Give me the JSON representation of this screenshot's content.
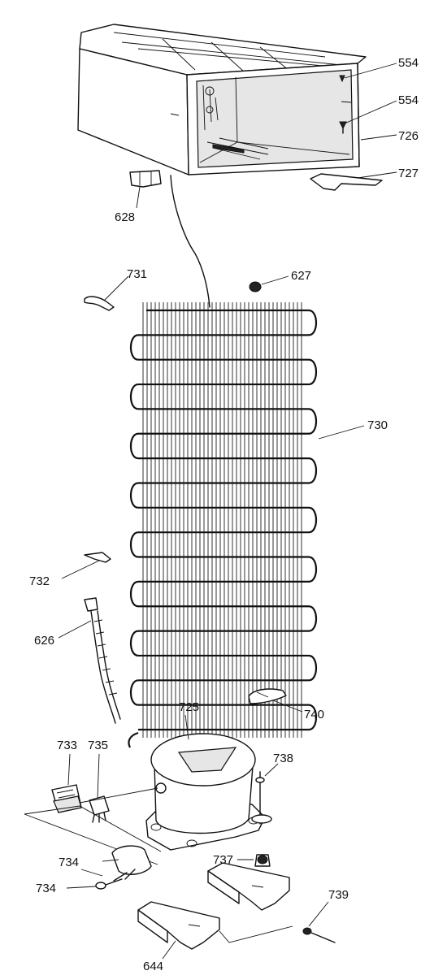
{
  "parts": [
    {
      "id": "p554a",
      "label": "554"
    },
    {
      "id": "p554b",
      "label": "554"
    },
    {
      "id": "p726",
      "label": "726"
    },
    {
      "id": "p727",
      "label": "727"
    },
    {
      "id": "p628",
      "label": "628"
    },
    {
      "id": "p731",
      "label": "731"
    },
    {
      "id": "p627",
      "label": "627"
    },
    {
      "id": "p730",
      "label": "730"
    },
    {
      "id": "p732",
      "label": "732"
    },
    {
      "id": "p626",
      "label": "626"
    },
    {
      "id": "p725",
      "label": "725"
    },
    {
      "id": "p740",
      "label": "740"
    },
    {
      "id": "p733",
      "label": "733"
    },
    {
      "id": "p735",
      "label": "735"
    },
    {
      "id": "p738",
      "label": "738"
    },
    {
      "id": "p734a",
      "label": "734"
    },
    {
      "id": "p737",
      "label": "737"
    },
    {
      "id": "p734b",
      "label": "734"
    },
    {
      "id": "p739",
      "label": "739"
    },
    {
      "id": "p644",
      "label": "644"
    }
  ]
}
